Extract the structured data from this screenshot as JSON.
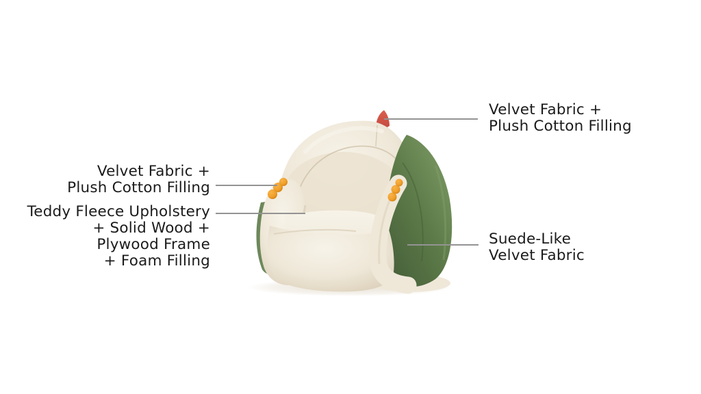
{
  "page": {
    "background_color": "#ffffff",
    "description_labels_present": 4
  },
  "colors": {
    "page_bg": "#ffffff",
    "label_text": "#1b1b1b",
    "leader_line": "#939393",
    "teddy_cream_light": "#f7f3e9",
    "teddy_cream": "#efe8d9",
    "teddy_cream_shadow": "#dcd0ba",
    "teddy_cream_deep": "#cfc2aa",
    "velvet_green_light": "#77955f",
    "velvet_green": "#5d7b49",
    "velvet_green_dark": "#47613a",
    "pompom_orange": "#f0a02b",
    "pompom_orange_dark": "#cf7d13",
    "horn_coral": "#db5f4d",
    "horn_coral_dark": "#c24b40",
    "ground_shadow": "#d9cdb9"
  },
  "callouts": {
    "top_right": {
      "lines": [
        "Velvet Fabric +",
        "Plush Cotton Filling"
      ]
    },
    "left_upper": {
      "lines": [
        "Velvet Fabric +",
        "Plush Cotton Filling"
      ]
    },
    "left_lower": {
      "lines": [
        "Teddy Fleece Upholstery",
        "+ Solid Wood +",
        "Plywood Frame",
        "+ Foam Filling"
      ]
    },
    "right": {
      "lines": [
        "Suede-Like",
        "Velvet Fabric"
      ]
    }
  },
  "product_parts": {
    "horn": "coral fabric horn on top of backrest",
    "green_panel": "green velvet outer side panel",
    "pompoms": "orange pompom trim on armrest tips",
    "body": "cream teddy fleece armchair body"
  }
}
